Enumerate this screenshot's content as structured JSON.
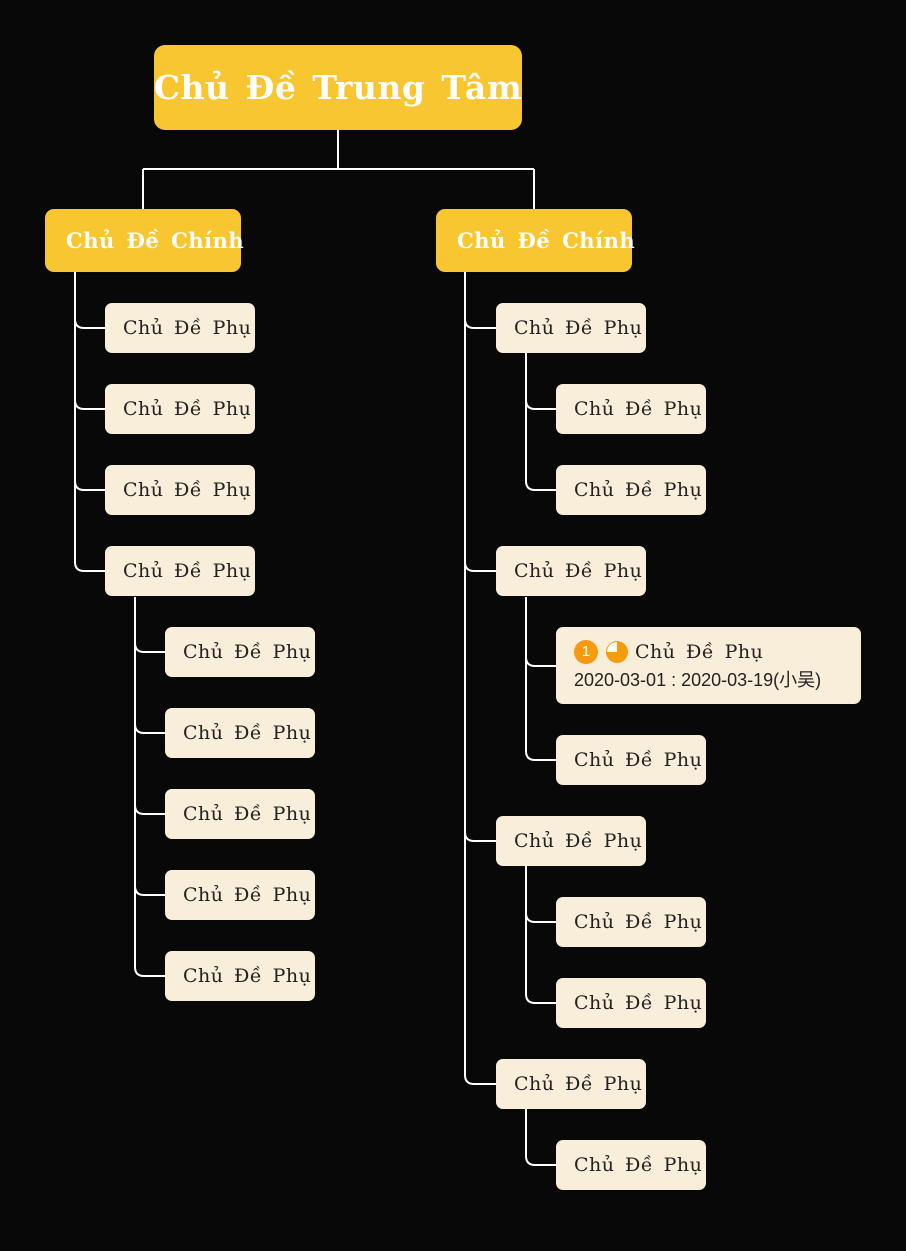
{
  "root": {
    "label": "Chủ Đề Trung Tâm"
  },
  "colors": {
    "background": "#080808",
    "main_topic": "#F8C630",
    "sub_topic": "#F8EEDA",
    "line": "#ffffff",
    "priority": "#F79A0E"
  },
  "left_branch": {
    "label": "Chủ Đề Chính",
    "children": [
      {
        "label": "Chủ Đề Phụ"
      },
      {
        "label": "Chủ Đề Phụ"
      },
      {
        "label": "Chủ Đề Phụ"
      },
      {
        "label": "Chủ Đề Phụ",
        "children": [
          {
            "label": "Chủ Đề Phụ"
          },
          {
            "label": "Chủ Đề Phụ"
          },
          {
            "label": "Chủ Đề Phụ"
          },
          {
            "label": "Chủ Đề Phụ"
          },
          {
            "label": "Chủ Đề Phụ"
          }
        ]
      }
    ]
  },
  "right_branch": {
    "label": "Chủ Đề Chính",
    "children": [
      {
        "label": "Chủ Đề Phụ",
        "children": [
          {
            "label": "Chủ Đề Phụ"
          },
          {
            "label": "Chủ Đề Phụ"
          }
        ]
      },
      {
        "label": "Chủ Đề Phụ",
        "children": [
          {
            "label": "Chủ Đề Phụ",
            "priority": "1",
            "progress_icon": "three-quarter-pie-icon",
            "progress": 0.75,
            "dates": "2020-03-01 : 2020-03-19(小吴)"
          },
          {
            "label": "Chủ Đề Phụ"
          }
        ]
      },
      {
        "label": "Chủ Đề Phụ",
        "children": [
          {
            "label": "Chủ Đề Phụ"
          },
          {
            "label": "Chủ Đề Phụ"
          }
        ]
      },
      {
        "label": "Chủ Đề Phụ",
        "children": [
          {
            "label": "Chủ Đề Phụ"
          }
        ]
      }
    ]
  }
}
